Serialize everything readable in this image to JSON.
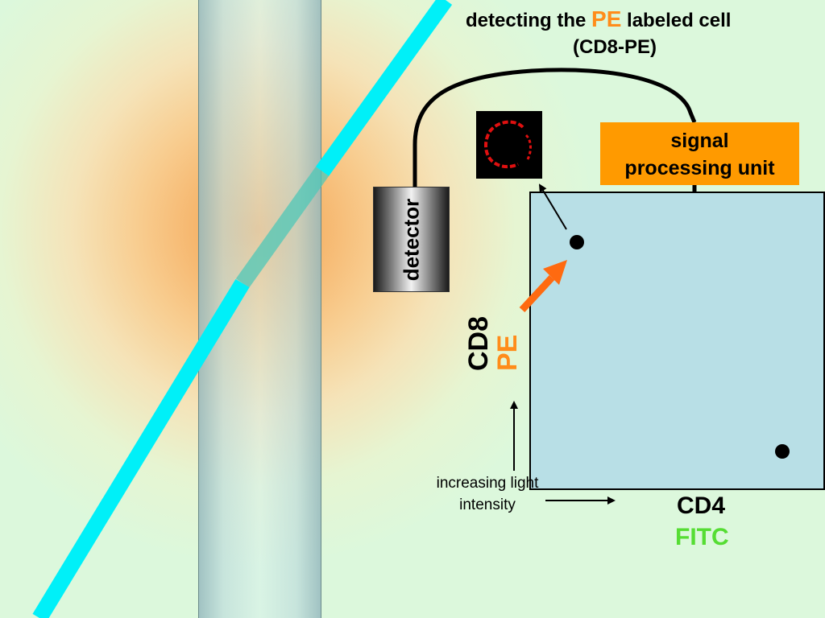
{
  "title": {
    "line1_prefix": "detecting the ",
    "line1_highlight": "PE",
    "line1_suffix": " labeled cell",
    "line2": "(CD8-PE)"
  },
  "detector": {
    "label": "detector"
  },
  "signal_unit": {
    "line1": "signal",
    "line2": "processing unit"
  },
  "plot": {
    "y_axis": {
      "label": "CD8",
      "fluor": "PE"
    },
    "x_axis": {
      "label": "CD4",
      "fluor": "FITC"
    },
    "intensity_note": {
      "line1": "increasing light",
      "line2": "intensity"
    }
  },
  "colors": {
    "accent_pe": "#ff8c1a",
    "accent_fitc": "#55dd33",
    "signal_box": "#ff9a00",
    "laser": "#00f0f8",
    "plot_bg": "#b8dfe6"
  },
  "icons": [
    "laser-beam",
    "flow-tube",
    "detector-icon",
    "red-ring-cell-icon",
    "orange-arrow-icon",
    "cell-dot-icon"
  ]
}
